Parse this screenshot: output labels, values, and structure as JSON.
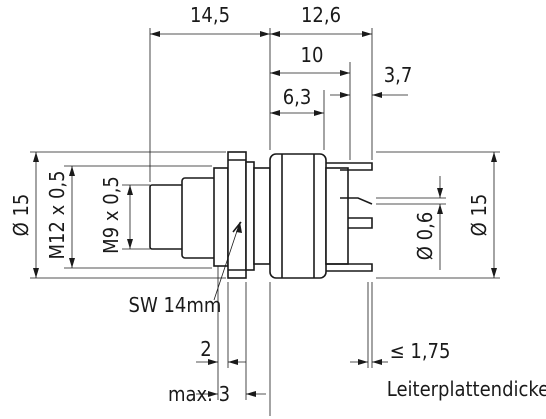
{
  "dimensions": {
    "top_left_width": "14,5",
    "top_right_width": "12,6",
    "width_10": "10",
    "width_3_7": "3,7",
    "width_6_3": "6,3",
    "dia_left": "Ø 15",
    "thread_m12": "M12 x 0,5",
    "thread_m9": "M9 x 0,5",
    "pin_dia": "Ø 0,6",
    "dia_right": "Ø 15",
    "wrench_size": "SW 14mm",
    "gap_2": "2",
    "max_3": "max. 3",
    "pcb_max": "≤ 1,75",
    "pcb_label": "Leiterplattendicke"
  }
}
